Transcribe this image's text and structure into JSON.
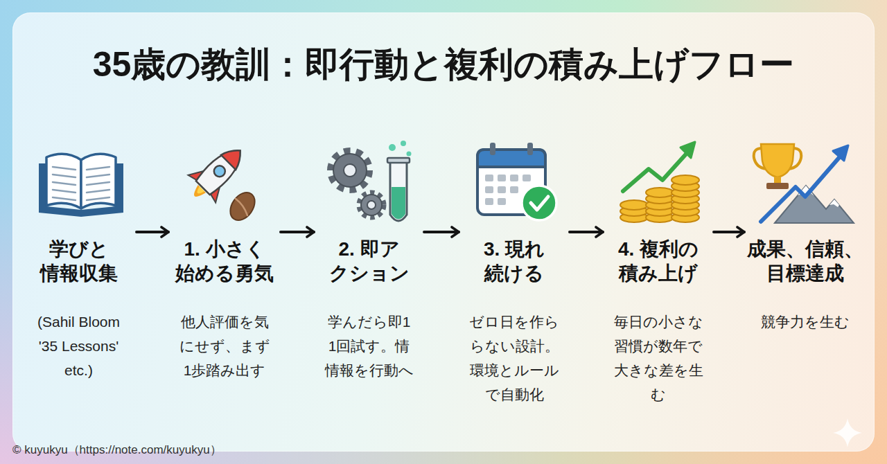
{
  "diagram": {
    "title": "35歳の教訓：即行動と複利の積み上げフロー",
    "nodes": [
      {
        "text": [
          "学びと 情報収集",
          "(Sahil Bloom '35 Lessons' etc.)"
        ]
      },
      {
        "text": [
          "1. 小さく 始める勇気",
          "他人評価を気 にせず、まず 1歩踏み出す"
        ]
      },
      {
        "text": [
          "2. 即ア クション",
          "学んだら即1 1回試す。情 情報を行動へ"
        ]
      },
      {
        "text": [
          "3. 現れ 続ける",
          "ゼロ日を作ら らない設計。 環境とルール で自動化"
        ]
      },
      {
        "text": [
          "4. 複利の 積み上げ",
          "毎日の小さな 習慣が数年で 大きな差を生 む"
        ]
      },
      {
        "text": [
          "成果、信頼、 目標達成",
          "競争力を生む"
        ]
      }
    ],
    "edges": [
      {
        "from": 0,
        "to": 1,
        "arrow": "to"
      },
      {
        "from": 1,
        "to": 2,
        "arrow": "to"
      },
      {
        "from": 2,
        "to": 3,
        "arrow": "to"
      },
      {
        "from": 3,
        "to": 4,
        "arrow": "to"
      },
      {
        "from": 4,
        "to": 5,
        "arrow": "to"
      }
    ],
    "labels": [
      "© kuyukyu（https://note.com/kuyukyu）"
    ]
  }
}
